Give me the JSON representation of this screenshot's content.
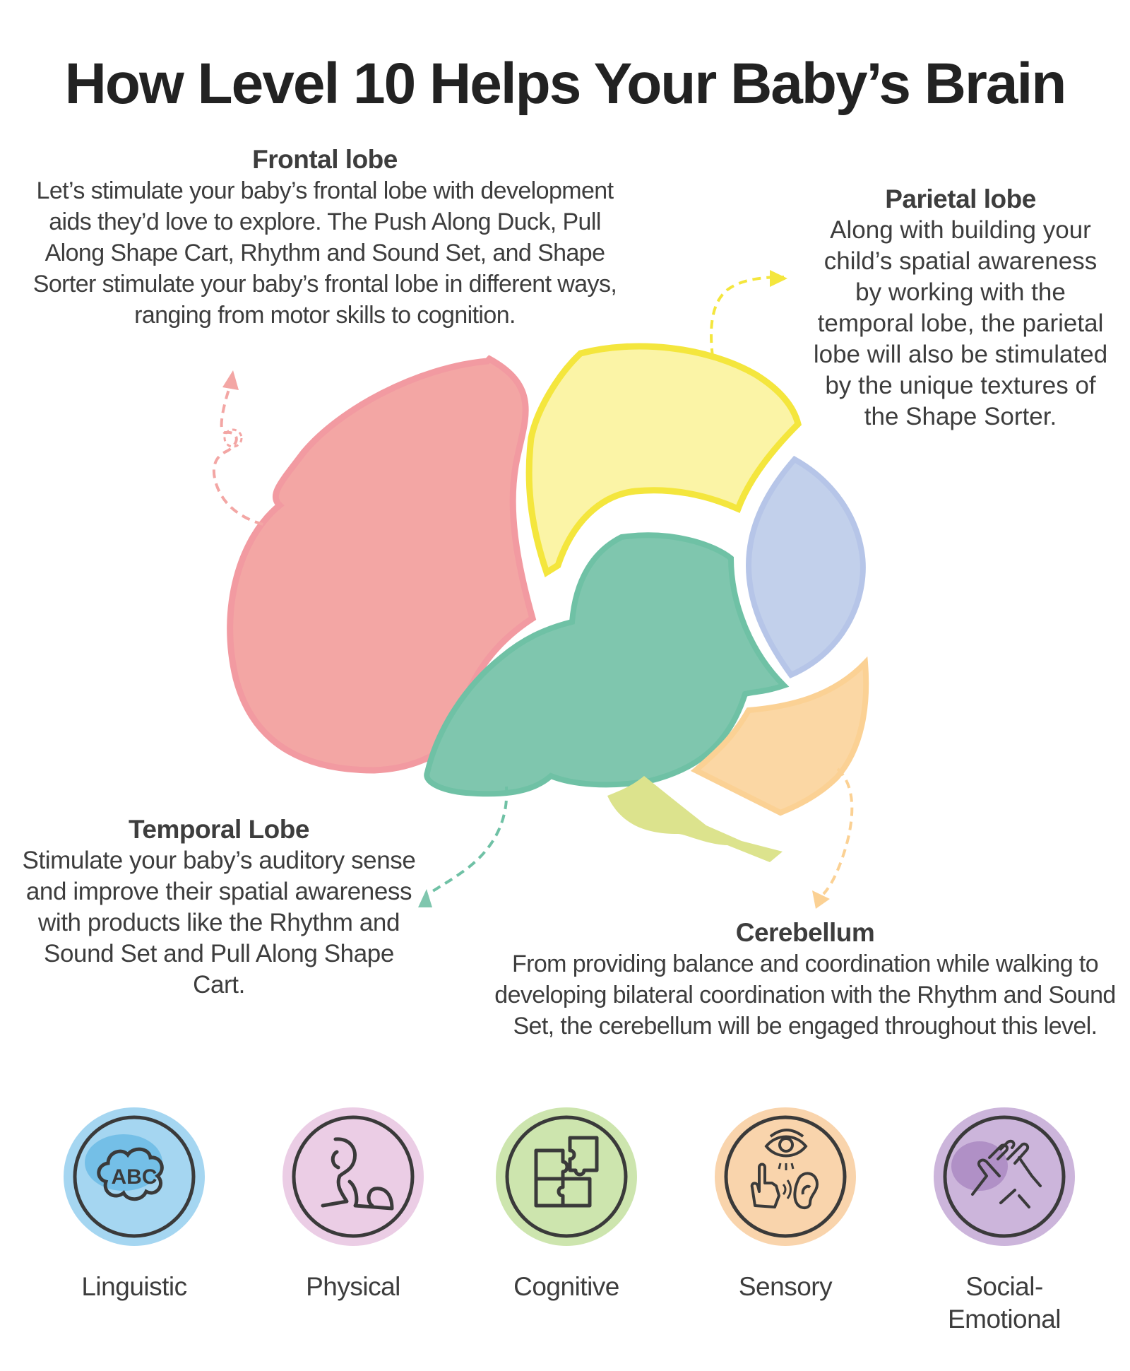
{
  "title": "How Level 10 Helps Your Baby’s Brain",
  "regions": {
    "frontal": {
      "heading": "Frontal lobe",
      "body": "Let’s stimulate your baby’s frontal lobe with development aids they’d love to explore. The Push Along Duck, Pull Along Shape Cart, Rhythm and Sound Set, and Shape Sorter stimulate your baby’s frontal lobe in different ways, ranging from motor skills to cognition.",
      "color": "#f3a6a4"
    },
    "parietal": {
      "heading": "Parietal lobe",
      "body": "Along with building your child’s spatial awareness by working with the temporal lobe, the parietal lobe will also be stimulated by the unique textures of the Shape Sorter.",
      "color": "#fbf4a6"
    },
    "temporal": {
      "heading": "Temporal Lobe",
      "body": "Stimulate your baby’s auditory sense and improve their spatial awareness with products like the Rhythm and Sound Set and Pull Along Shape Cart.",
      "color": "#7fc6ae"
    },
    "cerebellum": {
      "heading": "Cerebellum",
      "body": "From providing balance and coordination while walking to developing bilateral coordination with the Rhythm and Sound Set, the cerebellum will be engaged  throughout this level.",
      "color": "#fbd7a4"
    },
    "occipital": {
      "color": "#c2d0eb"
    },
    "brainstem": {
      "color": "#dce38d"
    }
  },
  "development_areas": [
    {
      "label": "Linguistic",
      "icon": "abc-cloud-icon",
      "color": "#5bb5e5"
    },
    {
      "label": "Physical",
      "icon": "crawling-baby-icon",
      "color": "#d79bcc"
    },
    {
      "label": "Cognitive",
      "icon": "puzzle-icon",
      "color": "#9ccc5e"
    },
    {
      "label": "Sensory",
      "icon": "senses-icon",
      "color": "#f4a95a"
    },
    {
      "label": "Social-\nEmotional",
      "icon": "hands-icon",
      "color": "#9a6bb8"
    }
  ]
}
